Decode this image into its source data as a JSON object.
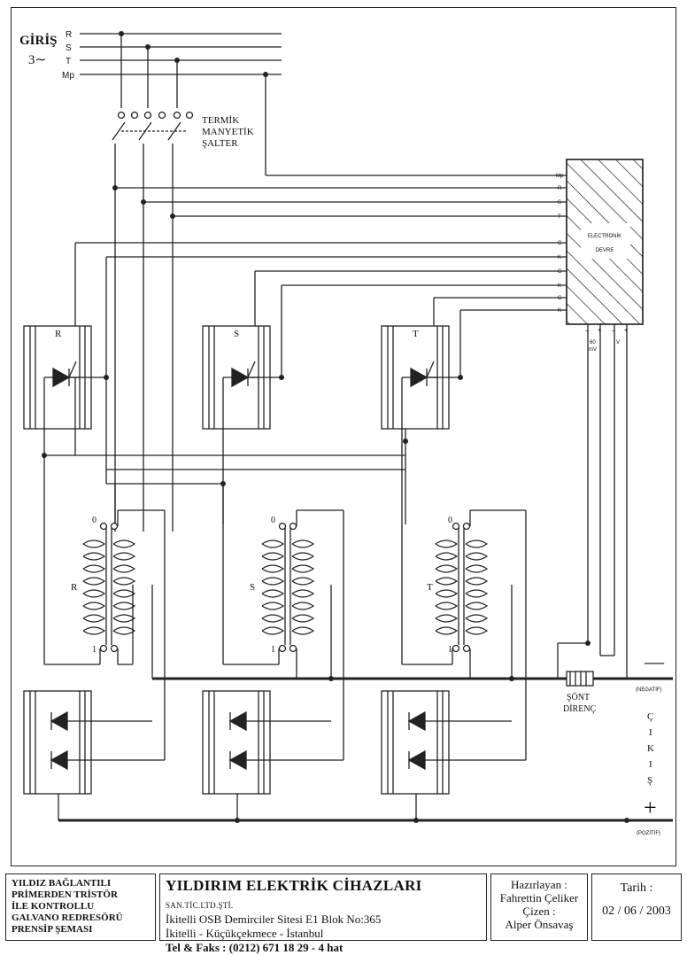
{
  "input": {
    "title": "GİRİŞ",
    "phase": "3∼",
    "lines": [
      "R",
      "S",
      "T",
      "Mp"
    ]
  },
  "breaker_label": [
    "TERMİK",
    "MANYETİK",
    "ŞALTER"
  ],
  "control_box": {
    "title": [
      "ELECTRONİK",
      "DEVRE"
    ],
    "pins": [
      "Mp",
      "R",
      "S",
      "T",
      "G",
      "K",
      "G",
      "K",
      "G",
      "K"
    ],
    "bottom_pins": [
      "–",
      "+",
      "–",
      "+"
    ],
    "measure_labels": [
      "60",
      "mV",
      "V"
    ]
  },
  "thyristor_labels": [
    "R",
    "S",
    "T"
  ],
  "transformers": [
    {
      "label": "R",
      "top_tap": "0",
      "bottom_tap": "1"
    },
    {
      "label": "S",
      "top_tap": "0",
      "bottom_tap": "1"
    },
    {
      "label": "T",
      "top_tap": "0",
      "bottom_tap": "1"
    }
  ],
  "shunt_label": [
    "ŞÖNT",
    "DİRENÇ"
  ],
  "output": {
    "negative_symbol": "—",
    "negative_label": "(NEGATİF)",
    "positive_symbol": "+",
    "positive_label": "(POZİTİF)",
    "vertical_label": [
      "Ç",
      "I",
      "K",
      "I",
      "Ş"
    ]
  },
  "title_block": {
    "description": [
      "YILDIZ BAĞLANTILI",
      "PRİMERDEN TRİSTÖR",
      "İLE KONTROLLU",
      "GALVANO REDRESÖRÜ",
      "PRENSİP ŞEMASI"
    ],
    "company": "YILDIRIM ELEKTRİK CİHAZLARI",
    "company_suffix": "SAN.TİC.LTD.ŞTİ.",
    "address_1": "İkitelli OSB Demirciler Sitesi E1 Blok No:365",
    "address_2": "İkitelli - Küçükçekmece - İstanbul",
    "phone": "Tel & Faks : (0212) 671 18 29 - 4 hat",
    "prepared_label": "Hazırlayan :",
    "prepared_by": "Fahrettin Çeliker",
    "drawn_label": "Çizen :",
    "drawn_by": "Alper Önsavaş",
    "date_label": "Tarih :",
    "date": "02 / 06 / 2003"
  }
}
